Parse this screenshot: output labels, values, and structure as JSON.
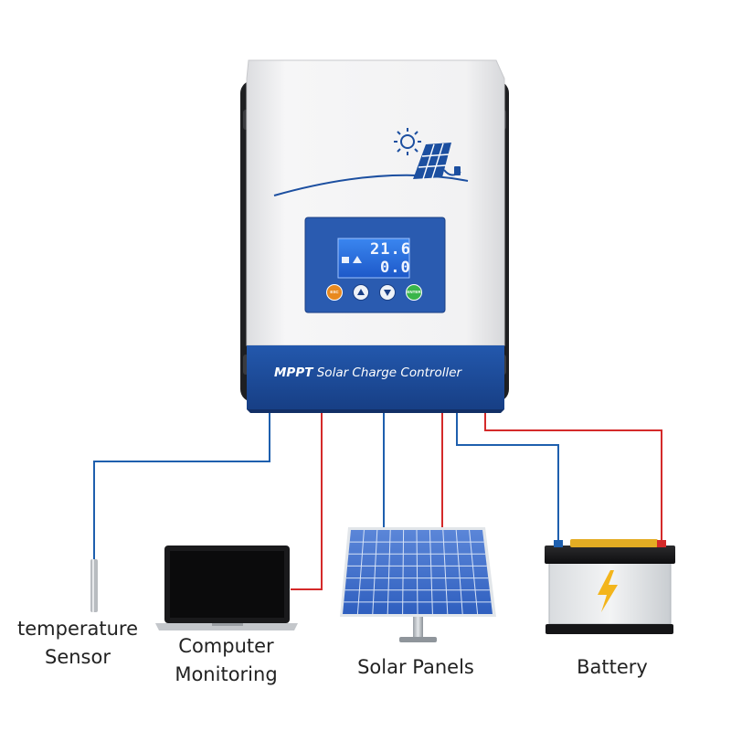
{
  "controller": {
    "brand_bold": "MPPT",
    "brand_rest": "Solar Charge Controller",
    "lcd_top_value": "21.6",
    "lcd_bottom_value": "0.0",
    "buttons": [
      "ESC",
      "up",
      "down",
      "ENTER"
    ]
  },
  "components": {
    "sensor_label_line1": "temperature",
    "sensor_label_line2": "Sensor",
    "computer_label_line1": "Computer",
    "computer_label_line2": "Monitoring",
    "solar_label": "Solar Panels",
    "battery_label": "Battery"
  },
  "colors": {
    "wire_red": "#d42a2a",
    "wire_blue": "#1e5fae",
    "panel_blue": "#1c4fa0",
    "lcd_blue": "#2a6fe0",
    "esc_orange": "#e8891f",
    "enter_green": "#39b54a"
  }
}
